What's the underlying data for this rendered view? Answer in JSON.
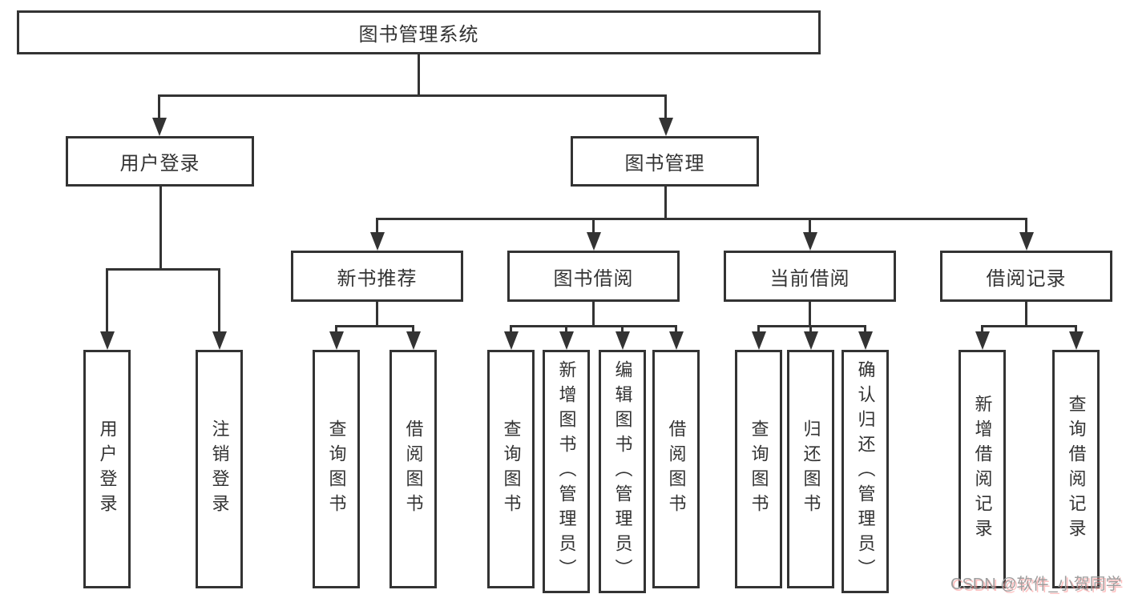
{
  "diagram": {
    "root": {
      "label": "图书管理系统"
    },
    "level2": {
      "user_login": {
        "label": "用户登录"
      },
      "book_management": {
        "label": "图书管理"
      }
    },
    "level3": {
      "new_book_recommend": {
        "label": "新书推荐"
      },
      "book_borrowing": {
        "label": "图书借阅"
      },
      "current_borrowing": {
        "label": "当前借阅"
      },
      "borrowing_records": {
        "label": "借阅记录"
      }
    },
    "leaves": {
      "user_login": {
        "label": "用户登录"
      },
      "logout": {
        "label": "注销登录"
      },
      "nb_query_books": {
        "label": "查询图书"
      },
      "nb_borrow_books": {
        "label": "借阅图书"
      },
      "bb_query_books": {
        "label": "查询图书"
      },
      "bb_add_books": {
        "label": "新增图书（管理员）"
      },
      "bb_edit_books": {
        "label": "编辑图书（管理员）"
      },
      "bb_borrow_books": {
        "label": "借阅图书"
      },
      "cb_query_books": {
        "label": "查询图书"
      },
      "cb_return_books": {
        "label": "归还图书"
      },
      "cb_confirm_return": {
        "label": "确认归还（管理员）"
      },
      "br_add_record": {
        "label": "新增借阅记录"
      },
      "br_query_record": {
        "label": "查询借阅记录"
      }
    },
    "watermark": "CSDN @软件_小贺同学",
    "colors": {
      "line": "#333333",
      "text": "#333333",
      "background": "#ffffff",
      "watermark_text": "#9e9e9e",
      "watermark_shadow": "#ff8c8c"
    }
  }
}
